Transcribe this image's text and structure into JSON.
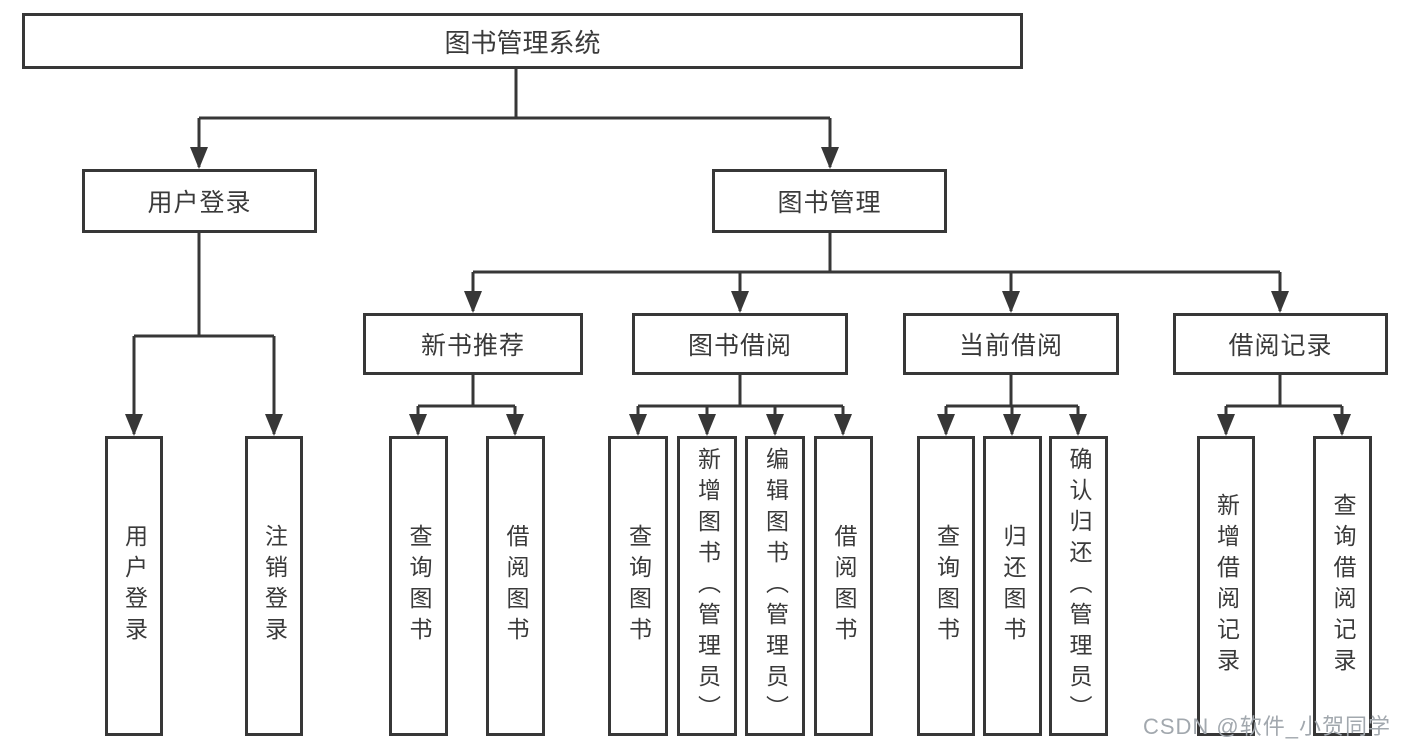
{
  "diagram_title": "图书管理系统",
  "root": {
    "label": "图书管理系统"
  },
  "level1": [
    {
      "label": "用户登录"
    },
    {
      "label": "图书管理"
    }
  ],
  "level2": [
    {
      "label": "新书推荐"
    },
    {
      "label": "图书借阅"
    },
    {
      "label": "当前借阅"
    },
    {
      "label": "借阅记录"
    }
  ],
  "leaves": {
    "user": [
      {
        "label": "用户登录"
      },
      {
        "label": "注销登录"
      }
    ],
    "newbook": [
      {
        "label": "查询图书"
      },
      {
        "label": "借阅图书"
      }
    ],
    "borrow": [
      {
        "label": "查询图书"
      },
      {
        "label": "新增图书（管理员）"
      },
      {
        "label": "编辑图书（管理员）"
      },
      {
        "label": "借阅图书"
      }
    ],
    "current": [
      {
        "label": "查询图书"
      },
      {
        "label": "归还图书"
      },
      {
        "label": "确认归还（管理员）"
      }
    ],
    "records": [
      {
        "label": "新增借阅记录"
      },
      {
        "label": "查询借阅记录"
      }
    ]
  },
  "watermark": {
    "text": "CSDN @软件_小贺同学"
  },
  "colors": {
    "line": "#373737",
    "text": "#3a3a3a",
    "background": "#ffffff",
    "watermark": "#a2a8ae"
  }
}
